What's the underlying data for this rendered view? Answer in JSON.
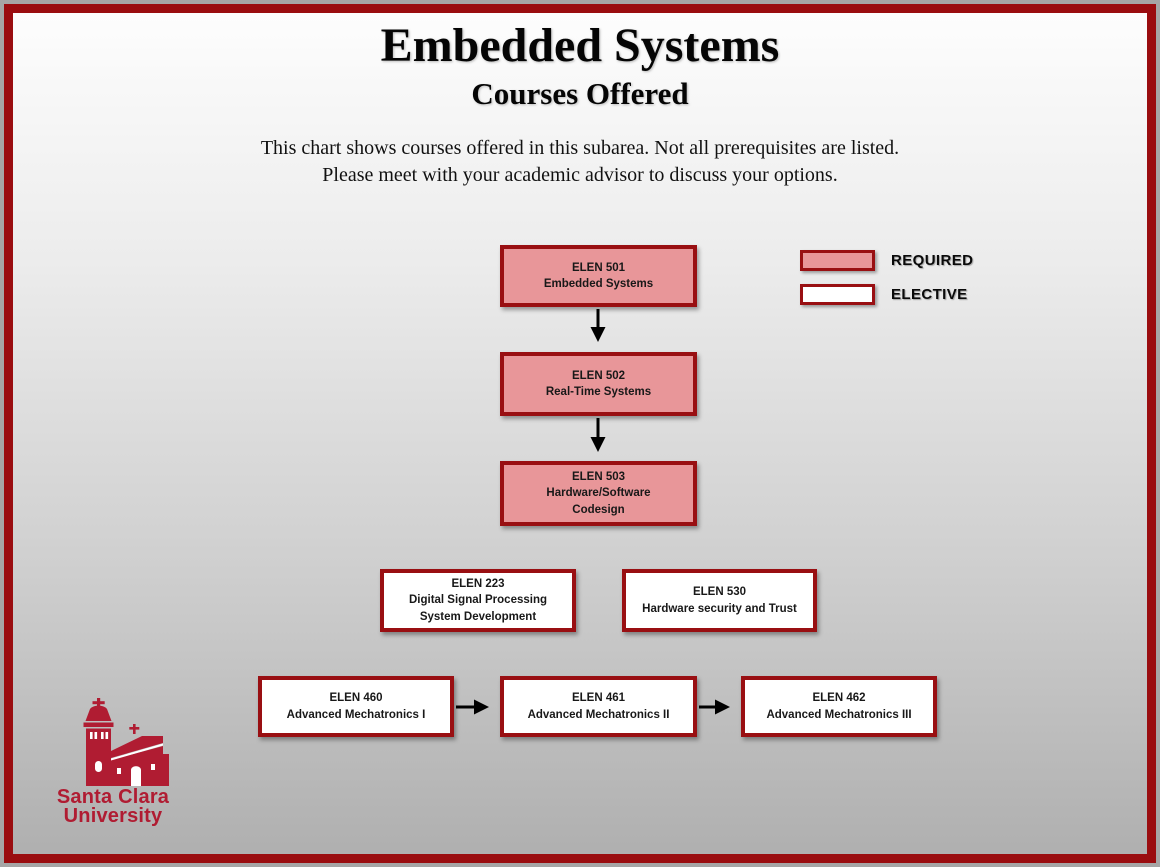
{
  "header": {
    "title": "Embedded Systems",
    "subtitle": "Courses Offered",
    "description_line1": "This chart shows courses offered in this subarea. Not all prerequisites are listed.",
    "description_line2": "Please meet with your academic advisor to discuss your options."
  },
  "legend": {
    "items": [
      {
        "label": "REQUIRED",
        "type": "required",
        "swatch_color": "#e89699"
      },
      {
        "label": "ELECTIVE",
        "type": "elective",
        "swatch_color": "#ffffff"
      }
    ]
  },
  "courses": [
    {
      "code": "ELEN 501",
      "name": "Embedded Systems",
      "type": "required"
    },
    {
      "code": "ELEN 502",
      "name": "Real-Time Systems",
      "type": "required"
    },
    {
      "code": "ELEN 503",
      "name": "Hardware/Software\nCodesign",
      "type": "required"
    },
    {
      "code": "ELEN 223",
      "name": "Digital Signal Processing\nSystem Development",
      "type": "elective"
    },
    {
      "code": "ELEN 530",
      "name": "Hardware security and Trust",
      "type": "elective"
    },
    {
      "code": "ELEN 460",
      "name": "Advanced Mechatronics I",
      "type": "elective"
    },
    {
      "code": "ELEN 461",
      "name": "Advanced Mechatronics II",
      "type": "elective"
    },
    {
      "code": "ELEN 462",
      "name": "Advanced Mechatronics III",
      "type": "elective"
    }
  ],
  "connections": [
    {
      "from": "ELEN 501",
      "to": "ELEN 502"
    },
    {
      "from": "ELEN 502",
      "to": "ELEN 503"
    },
    {
      "from": "ELEN 460",
      "to": "ELEN 461"
    },
    {
      "from": "ELEN 461",
      "to": "ELEN 462"
    }
  ],
  "logo": {
    "line1": "Santa Clara",
    "line2": "University"
  },
  "colors": {
    "required_fill": "#e89699",
    "elective_fill": "#ffffff",
    "box_border": "#990f12",
    "outer_frame": "#9a0d10",
    "logo_red": "#b01c32",
    "arrow": "#000000"
  }
}
